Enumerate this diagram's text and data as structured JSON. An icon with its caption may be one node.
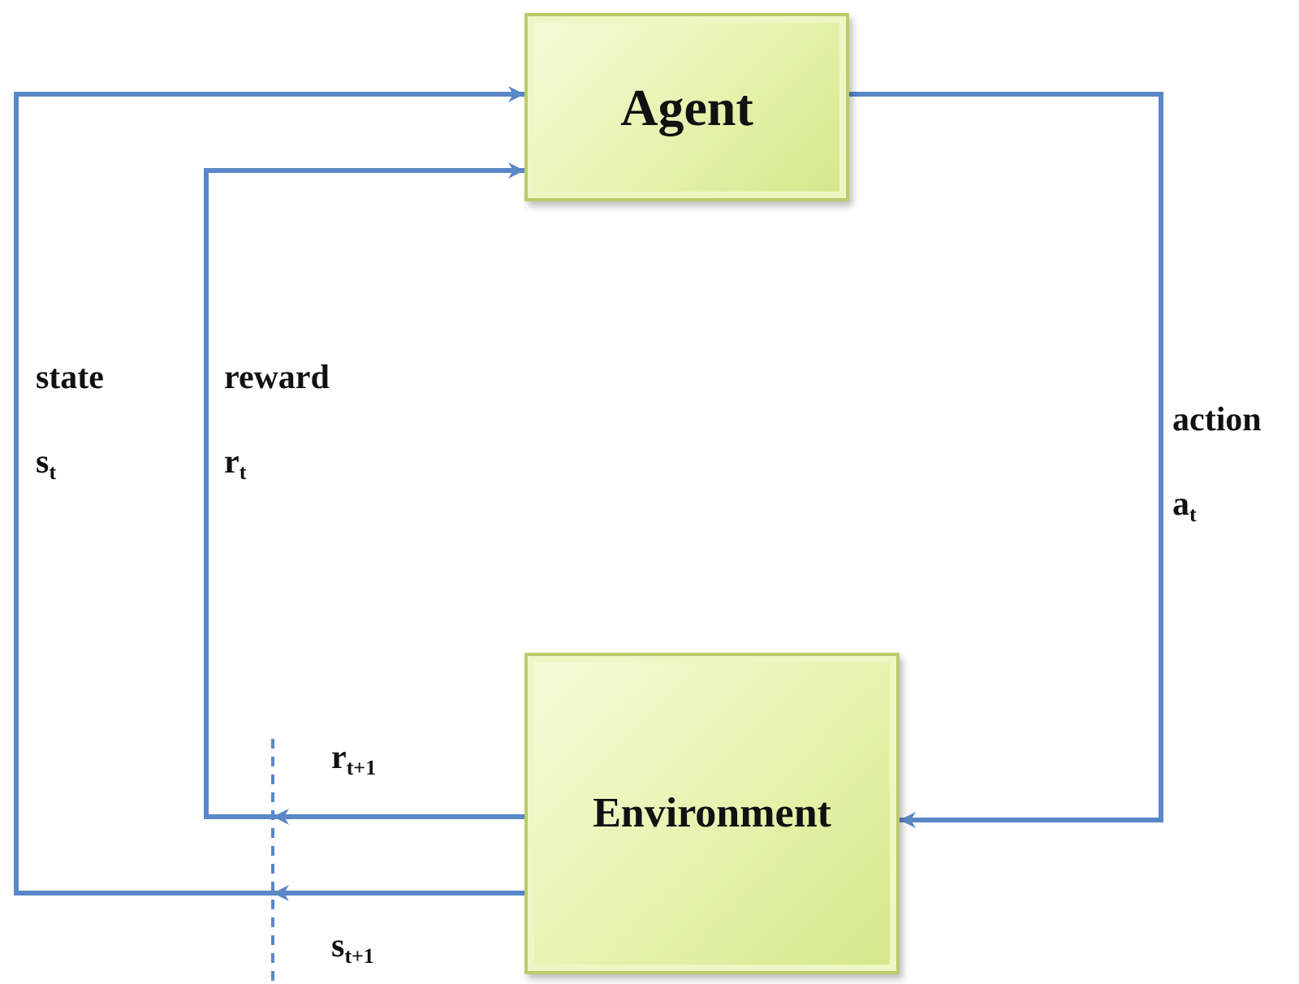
{
  "diagram": {
    "nodes": [
      {
        "text": [
          "Agent"
        ]
      },
      {
        "text": [
          "Environment"
        ]
      }
    ],
    "edges": [
      {
        "from": 0,
        "to": 1,
        "arrow": "to",
        "label": "action a$_{t}$"
      },
      {
        "from": 1,
        "to": 0,
        "arrow": "to",
        "label": "reward r$_{t}$"
      },
      {
        "from": 1,
        "to": 0,
        "arrow": "to",
        "label": "state s$_{t}$"
      }
    ],
    "labels": [
      "r$_{t+1}$",
      "s$_{t+1}$"
    ]
  }
}
